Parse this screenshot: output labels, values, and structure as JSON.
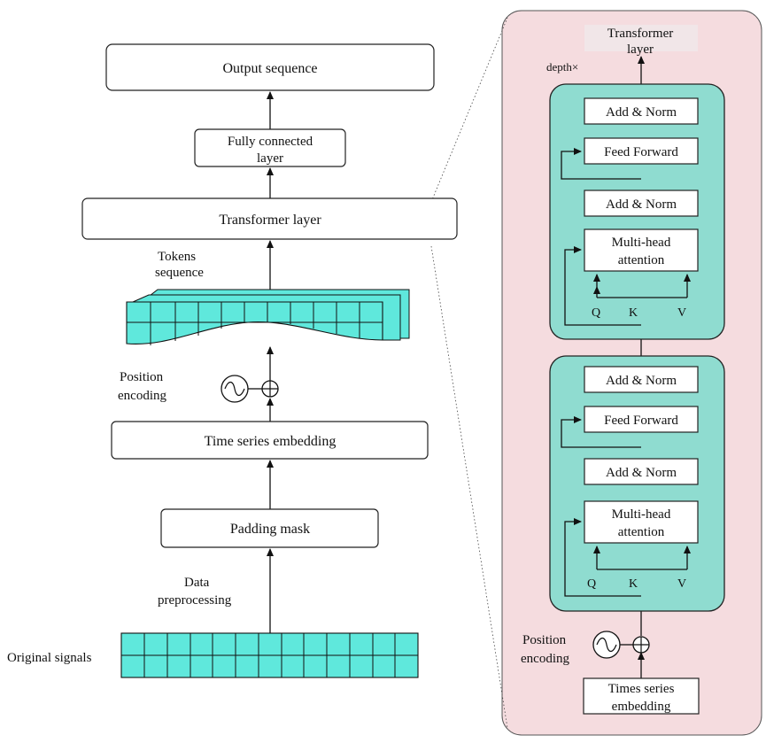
{
  "left": {
    "output_sequence": "Output sequence",
    "fully_connected_line1": "Fully connected",
    "fully_connected_line2": "layer",
    "transformer_layer": "Transformer layer",
    "tokens_line1": "Tokens",
    "tokens_line2": "sequence",
    "position_line1": "Position",
    "position_line2": "encoding",
    "time_series_embedding": "Time series embedding",
    "padding_mask": "Padding mask",
    "data_line1": "Data",
    "data_line2": "preprocessing",
    "original_signals": "Original signals"
  },
  "right": {
    "title_line1": "Transformer",
    "title_line2": "layer",
    "depth": "depth×",
    "blocks": [
      {
        "add_norm_top": "Add & Norm",
        "feed_forward": "Feed Forward",
        "add_norm_mid": "Add & Norm",
        "mha_line1": "Multi-head",
        "mha_line2": "attention",
        "q": "Q",
        "k": "K",
        "v": "V"
      },
      {
        "add_norm_top": "Add & Norm",
        "feed_forward": "Feed Forward",
        "add_norm_mid": "Add & Norm",
        "mha_line1": "Multi-head",
        "mha_line2": "attention",
        "q": "Q",
        "k": "K",
        "v": "V"
      }
    ],
    "position_line1": "Position",
    "position_line2": "encoding",
    "embed_line1": "Times series",
    "embed_line2": "embedding"
  },
  "colors": {
    "panel_fill": "#f5dcdf",
    "block_fill": "#8fdcd0",
    "token_fill": "#5fe8dc"
  }
}
